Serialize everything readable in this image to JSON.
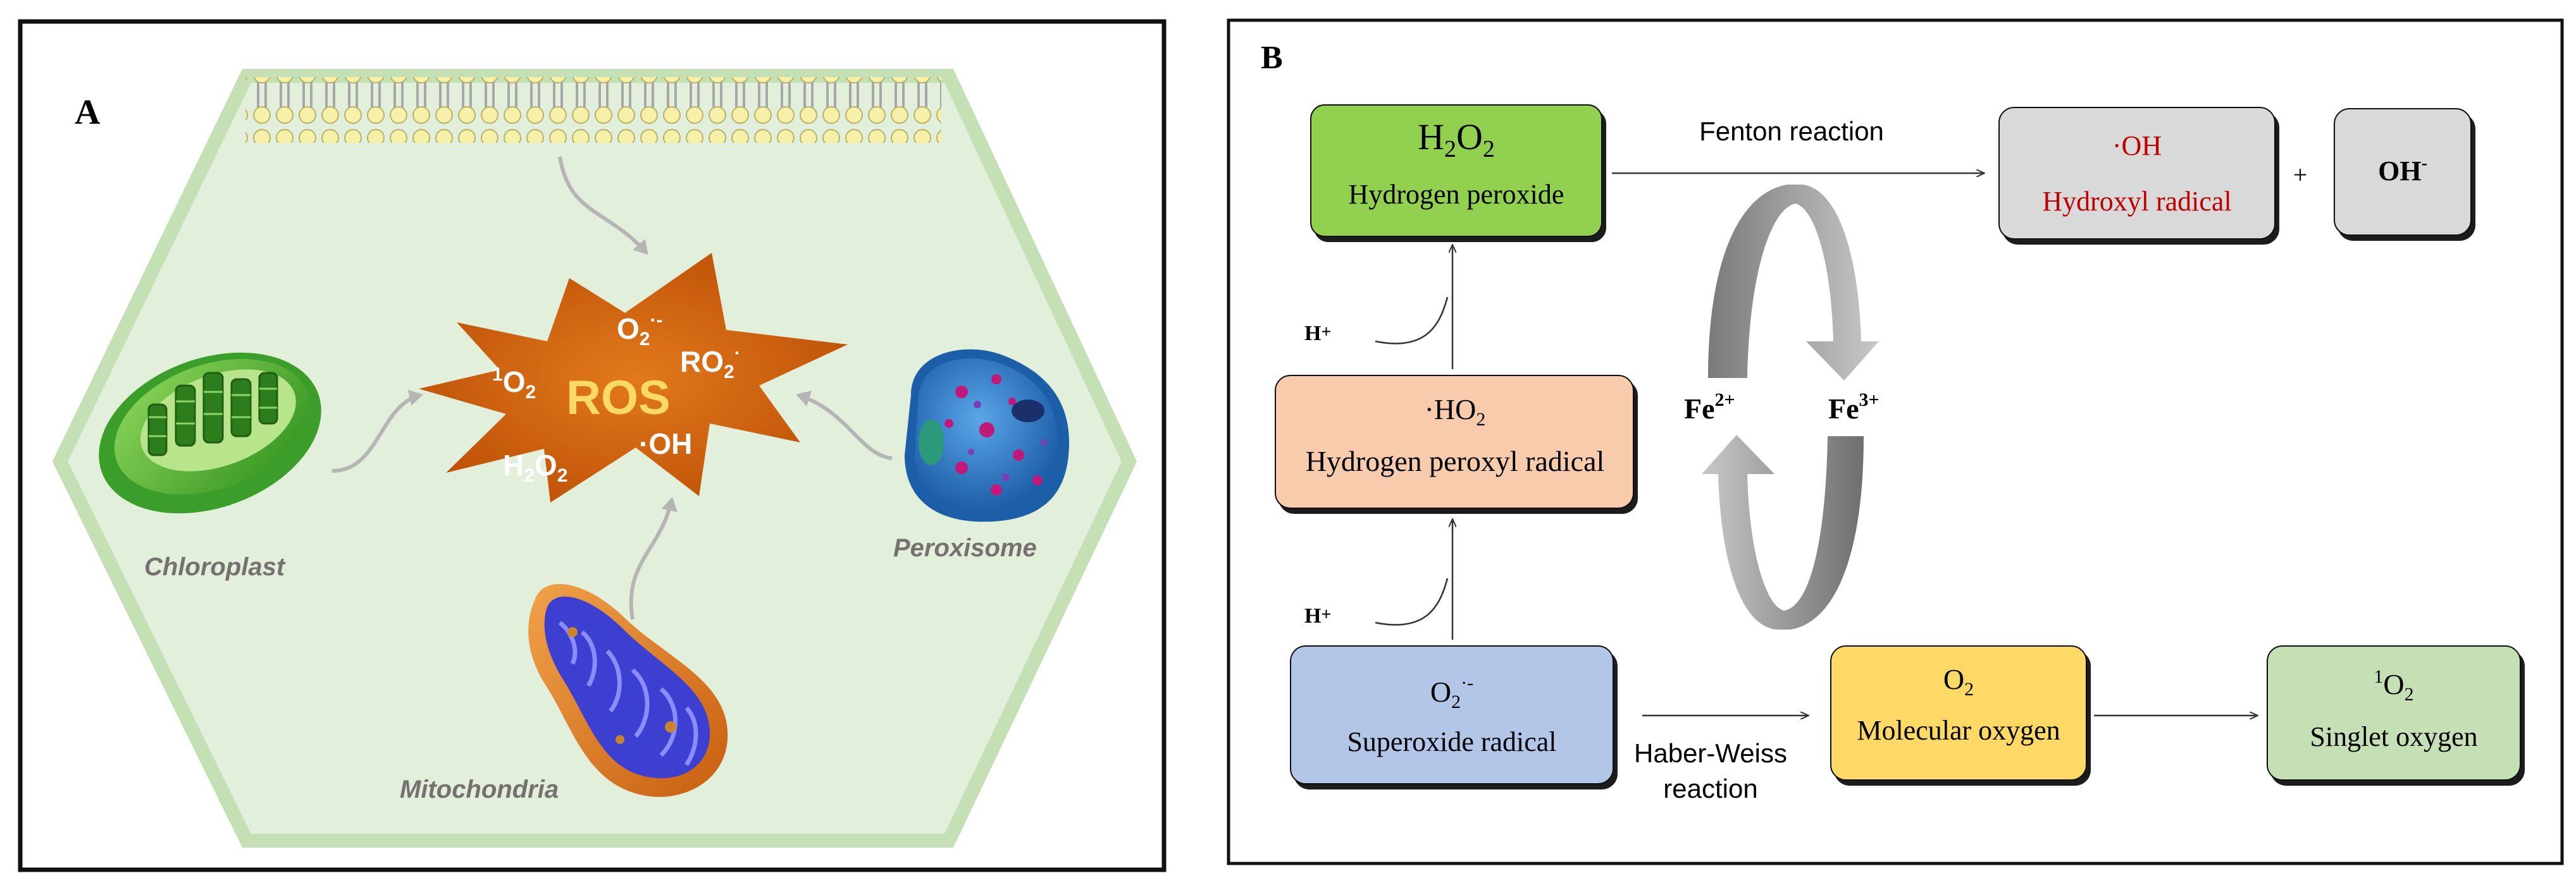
{
  "panel_a": {
    "label": "A",
    "ros": {
      "title": "ROS",
      "superoxide": "O2·-",
      "peroxyl": "RO2·",
      "singlet": "1O2",
      "peroxide": "H2O2",
      "hydroxyl": "·OH"
    },
    "organelles": {
      "chloroplast": "Chloroplast",
      "peroxisome": "Peroxisome",
      "mitochondria": "Mitochondria"
    }
  },
  "panel_b": {
    "label": "B",
    "boxes": {
      "h2o2": {
        "formula": "H2O2",
        "name": "Hydrogen peroxide",
        "color": "#92d050"
      },
      "oh_radical": {
        "formula": "·OH",
        "name": "Hydroxyl radical",
        "color": "#d9d9d9",
        "text_color": "#c00000"
      },
      "oh_ion": {
        "formula": "OH-",
        "color": "#d9d9d9"
      },
      "ho2": {
        "formula": "·HO2",
        "name": "Hydrogen peroxyl radical",
        "color": "#f8cbad"
      },
      "o2_superoxide": {
        "formula": "O2·-",
        "name": "Superoxide radical",
        "color": "#b4c6e7"
      },
      "o2": {
        "formula": "O2",
        "name": "Molecular oxygen",
        "color": "#ffd966"
      },
      "singlet": {
        "formula": "1O2",
        "name": "Singlet oxygen",
        "color": "#c5e0b4"
      }
    },
    "labels": {
      "fenton": "Fenton reaction",
      "haber_line1": "Haber-Weiss",
      "haber_line2": "reaction",
      "plus": "+",
      "hplus_top": "H+",
      "hplus_bottom": "H+",
      "fe2": "Fe2+",
      "fe3": "Fe3+"
    }
  }
}
